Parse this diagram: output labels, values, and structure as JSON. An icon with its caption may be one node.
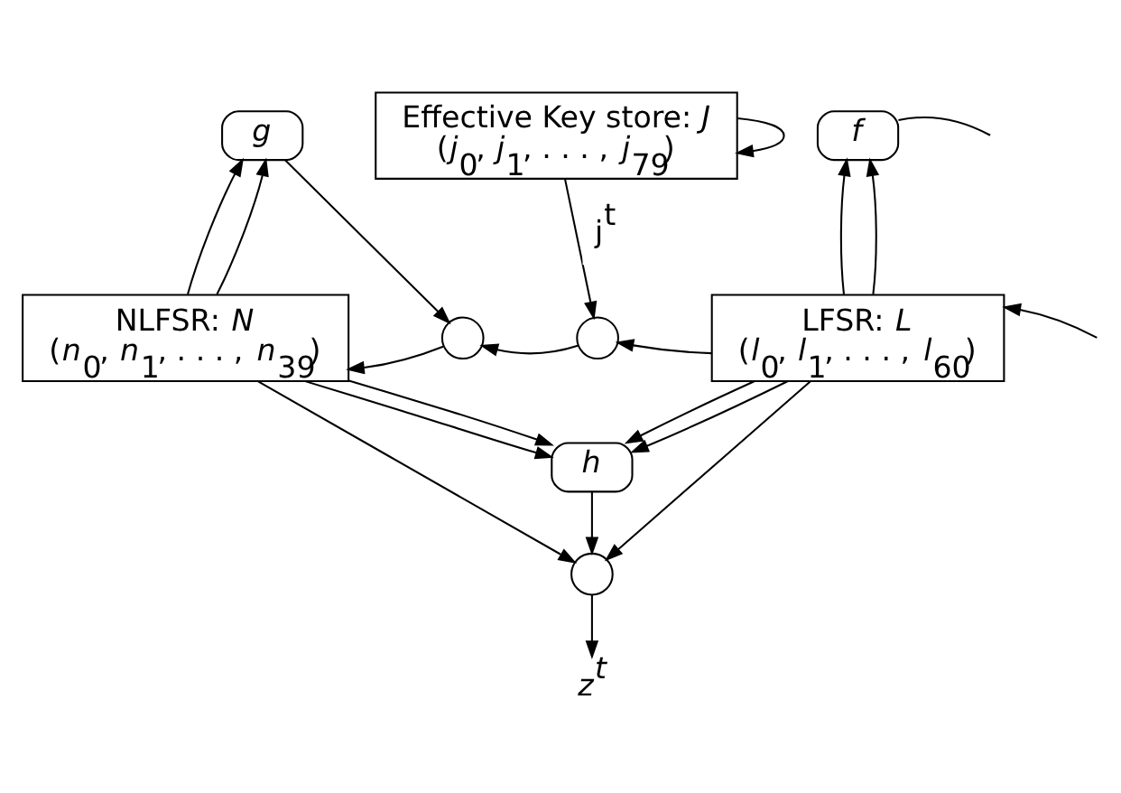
{
  "diagram": {
    "nodes": [
      {
        "text": [
          "Effective Key store: *J*",
          "(*j*$_{0}$, *j*$_{1}$, . . . , *j*$_{79}$)"
        ]
      },
      {
        "text": [
          "g"
        ]
      },
      {
        "text": [
          "f"
        ]
      },
      {
        "text": [
          "NLFSR: *N*",
          "(*n*$_{0}$, *n*$_{1}$, . . . , *n*$_{39}$)"
        ]
      },
      {
        "text": [],
        "shape": "circle"
      },
      {
        "text": [],
        "shape": "circle"
      },
      {
        "text": [
          "LFSR: *L*",
          "(*l*$_{0}$, *l*$_{1}$, . . . , *l*$_{60}$)"
        ]
      },
      {
        "text": [
          "h"
        ]
      },
      {
        "text": [],
        "shape": "circle"
      },
      {
        "text": [
          "z$^{t}$"
        ]
      }
    ],
    "edges": [
      {
        "from": 0,
        "to": 0,
        "arrow": "to"
      },
      {
        "from": 0,
        "to": 5,
        "arrow": "to",
        "label": "j$^{t}$"
      },
      {
        "from": 3,
        "to": 1,
        "arrow": "to"
      },
      {
        "from": 3,
        "to": 1,
        "arrow": "to"
      },
      {
        "from": 1,
        "to": 4,
        "arrow": "to"
      },
      {
        "from": 6,
        "to": 2,
        "arrow": "to"
      },
      {
        "from": 6,
        "to": 2,
        "arrow": "to"
      },
      {
        "from": 2,
        "to": null,
        "arrow": "none"
      },
      {
        "from": null,
        "to": 6,
        "arrow": "to"
      },
      {
        "from": 6,
        "to": 5,
        "arrow": "to"
      },
      {
        "from": 5,
        "to": 4,
        "arrow": "to"
      },
      {
        "from": 4,
        "to": 3,
        "arrow": "to"
      },
      {
        "from": 3,
        "to": 7,
        "arrow": "to"
      },
      {
        "from": 3,
        "to": 7,
        "arrow": "to"
      },
      {
        "from": 6,
        "to": 7,
        "arrow": "to"
      },
      {
        "from": 6,
        "to": 7,
        "arrow": "to"
      },
      {
        "from": 7,
        "to": 8,
        "arrow": "to"
      },
      {
        "from": 3,
        "to": 8,
        "arrow": "to"
      },
      {
        "from": 6,
        "to": 8,
        "arrow": "to"
      },
      {
        "from": 8,
        "to": 9,
        "arrow": "to"
      }
    ]
  }
}
